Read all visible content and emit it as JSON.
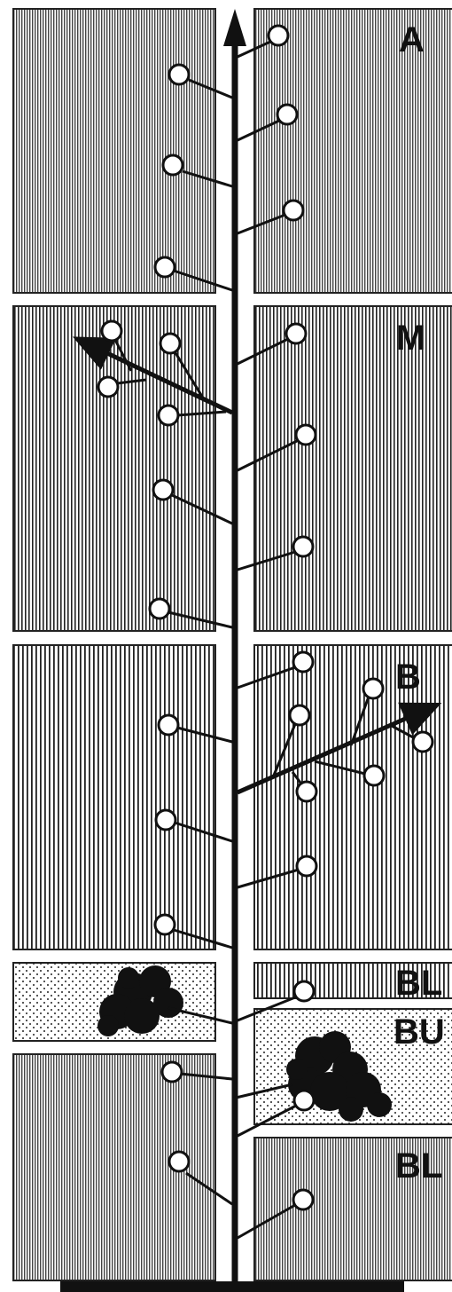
{
  "labels": {
    "a": "A",
    "m": "M",
    "b": "B",
    "bl1": "BL",
    "bu": "BU",
    "bl2": "BL"
  },
  "colors": {
    "ink": "#111111",
    "paper": "#ffffff",
    "fine_hatch_gray": "#b8b8b8"
  },
  "patterns": [
    "fine-vertical-hatch",
    "medium-vertical-hatch",
    "coarse-vertical-hatch",
    "dot-stipple"
  ]
}
